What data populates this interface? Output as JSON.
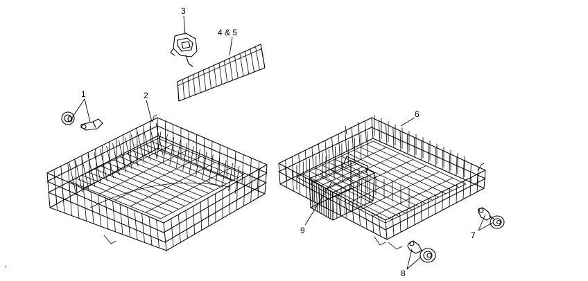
{
  "callouts": [
    {
      "id": "1",
      "label": "1"
    },
    {
      "id": "2",
      "label": "2"
    },
    {
      "id": "3",
      "label": "3"
    },
    {
      "id": "4-5",
      "label": "4 & 5"
    },
    {
      "id": "6",
      "label": "6"
    },
    {
      "id": "7",
      "label": "7"
    },
    {
      "id": "8",
      "label": "8"
    },
    {
      "id": "9",
      "label": "9"
    }
  ]
}
